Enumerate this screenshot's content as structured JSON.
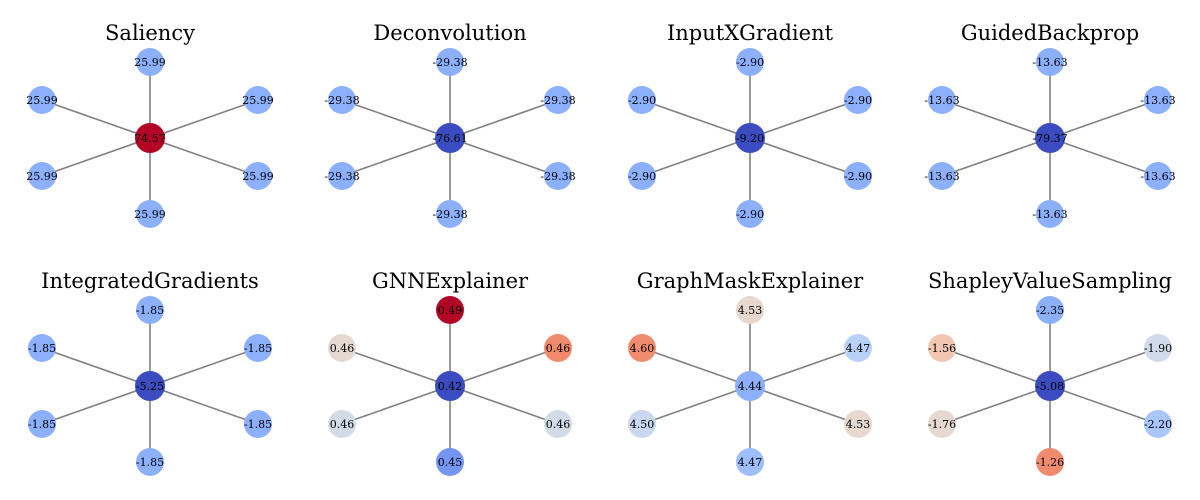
{
  "panels": [
    {
      "title": "Saliency",
      "center": {
        "label": "74.57",
        "color": "#b40426"
      },
      "leaves": [
        {
          "label": "25.99",
          "color": "#8caffe"
        },
        {
          "label": "25.99",
          "color": "#8caffe"
        },
        {
          "label": "25.99",
          "color": "#8caffe"
        },
        {
          "label": "25.99",
          "color": "#8caffe"
        },
        {
          "label": "25.99",
          "color": "#8caffe"
        },
        {
          "label": "25.99",
          "color": "#8caffe"
        }
      ]
    },
    {
      "title": "Deconvolution",
      "center": {
        "label": "-76.61",
        "color": "#3b4cc0"
      },
      "leaves": [
        {
          "label": "-29.38",
          "color": "#8caffe"
        },
        {
          "label": "-29.38",
          "color": "#8caffe"
        },
        {
          "label": "-29.38",
          "color": "#8caffe"
        },
        {
          "label": "-29.38",
          "color": "#8caffe"
        },
        {
          "label": "-29.38",
          "color": "#8caffe"
        },
        {
          "label": "-29.38",
          "color": "#8caffe"
        }
      ]
    },
    {
      "title": "InputXGradient",
      "center": {
        "label": "-9.20",
        "color": "#3b4cc0"
      },
      "leaves": [
        {
          "label": "-2.90",
          "color": "#8caffe"
        },
        {
          "label": "-2.90",
          "color": "#8caffe"
        },
        {
          "label": "-2.90",
          "color": "#8caffe"
        },
        {
          "label": "-2.90",
          "color": "#8caffe"
        },
        {
          "label": "-2.90",
          "color": "#8caffe"
        },
        {
          "label": "-2.90",
          "color": "#8caffe"
        }
      ]
    },
    {
      "title": "GuidedBackprop",
      "center": {
        "label": "-79.37",
        "color": "#3b4cc0"
      },
      "leaves": [
        {
          "label": "-13.63",
          "color": "#8caffe"
        },
        {
          "label": "-13.63",
          "color": "#8caffe"
        },
        {
          "label": "-13.63",
          "color": "#8caffe"
        },
        {
          "label": "-13.63",
          "color": "#8caffe"
        },
        {
          "label": "-13.63",
          "color": "#8caffe"
        },
        {
          "label": "-13.63",
          "color": "#8caffe"
        }
      ]
    },
    {
      "title": "IntegratedGradients",
      "center": {
        "label": "-5.25",
        "color": "#3b4cc0"
      },
      "leaves": [
        {
          "label": "-1.85",
          "color": "#8caffe"
        },
        {
          "label": "-1.85",
          "color": "#8caffe"
        },
        {
          "label": "-1.85",
          "color": "#8caffe"
        },
        {
          "label": "-1.85",
          "color": "#8caffe"
        },
        {
          "label": "-1.85",
          "color": "#8caffe"
        },
        {
          "label": "-1.85",
          "color": "#8caffe"
        }
      ]
    },
    {
      "title": "GNNExplainer",
      "center": {
        "label": "0.42",
        "color": "#3b4cc0"
      },
      "leaves": [
        {
          "label": "0.49",
          "color": "#b40426"
        },
        {
          "label": "0.46",
          "color": "#f08a6c"
        },
        {
          "label": "0.46",
          "color": "#d3dbe7"
        },
        {
          "label": "0.45",
          "color": "#7396f5"
        },
        {
          "label": "0.46",
          "color": "#d3dbe7"
        },
        {
          "label": "0.46",
          "color": "#e5d8d1"
        }
      ]
    },
    {
      "title": "GraphMaskExplainer",
      "center": {
        "label": "4.44",
        "color": "#8caffe"
      },
      "leaves": [
        {
          "label": "4.53",
          "color": "#e6d7cf"
        },
        {
          "label": "4.47",
          "color": "#b9d0f9"
        },
        {
          "label": "4.53",
          "color": "#e6d7cf"
        },
        {
          "label": "4.47",
          "color": "#9ebeff"
        },
        {
          "label": "4.50",
          "color": "#c9d7f0"
        },
        {
          "label": "4.60",
          "color": "#f08b6e"
        }
      ]
    },
    {
      "title": "ShapleyValueSampling",
      "center": {
        "label": "-5.08",
        "color": "#3b4cc0"
      },
      "leaves": [
        {
          "label": "-2.35",
          "color": "#8caffe"
        },
        {
          "label": "-1.90",
          "color": "#d1dae9"
        },
        {
          "label": "-2.20",
          "color": "#aac7fd"
        },
        {
          "label": "-1.26",
          "color": "#f08b6e"
        },
        {
          "label": "-1.76",
          "color": "#e5d8d1"
        },
        {
          "label": "-1.56",
          "color": "#f2c6b1"
        }
      ]
    }
  ]
}
